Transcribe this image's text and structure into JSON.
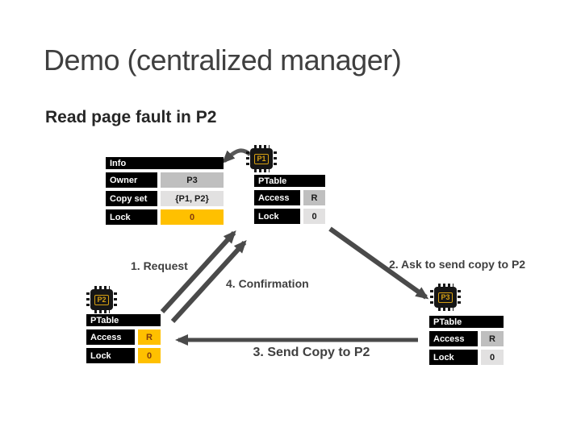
{
  "slide": {
    "title": "Demo (centralized manager)",
    "subtitle": "Read page fault in P2"
  },
  "manager": {
    "header": "Info",
    "rows": [
      [
        "Owner",
        "P3"
      ],
      [
        "Copy set",
        "{P1, P2}"
      ],
      [
        "Lock",
        "0"
      ]
    ]
  },
  "p1": {
    "chip": "P1",
    "table": {
      "header": "PTable",
      "rows": [
        [
          "Access",
          "R"
        ],
        [
          "Lock",
          "0"
        ]
      ]
    }
  },
  "p2": {
    "chip": "P2",
    "table": {
      "header": "PTable",
      "rows": [
        [
          "Access",
          "R"
        ],
        [
          "Lock",
          "0"
        ]
      ]
    },
    "highlighted": true
  },
  "p3": {
    "chip": "P3",
    "table": {
      "header": "PTable",
      "rows": [
        [
          "Access",
          "R"
        ],
        [
          "Lock",
          "0"
        ]
      ]
    }
  },
  "steps": {
    "request": "1. Request",
    "ask": "2. Ask to send copy to P2",
    "send": "3. Send Copy to P2",
    "confirm": "4. Confirmation"
  },
  "colors": {
    "highlight_cell": "#FFC000",
    "highlight_text": "#843C0C",
    "cell_gray": "#BFBFBF",
    "cell_light_gray": "#E2E1E1",
    "table_black": "#000000",
    "arrow_gray": "#4A4A4A",
    "chip_gold": "#D6A013",
    "title_gray": "#3F3F3F"
  }
}
